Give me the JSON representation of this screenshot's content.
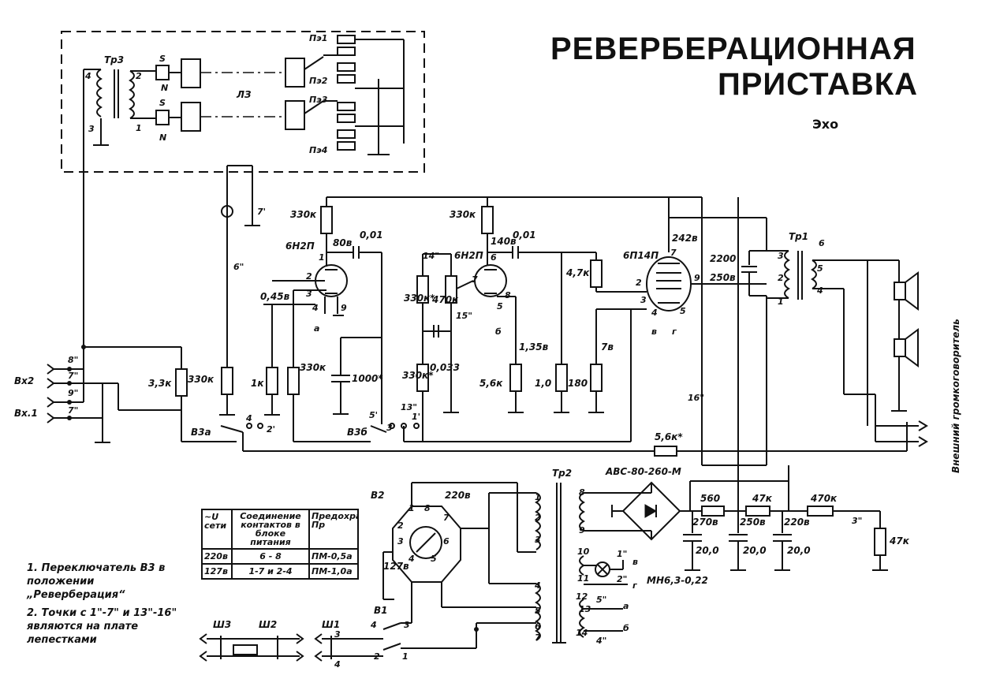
{
  "title": {
    "line1": "РЕВЕРБЕРАЦИОННАЯ",
    "line2": "ПРИСТАВКА",
    "subtitle": "Эхо"
  },
  "delay_unit": {
    "label": "ЛЗ",
    "transformer": "Тр3",
    "pin2": "2",
    "pin1": "1",
    "pin4": "4",
    "pin3": "3",
    "s1": "S",
    "n1": "N",
    "s2": "S",
    "n2": "N",
    "pe1": "Пэ1",
    "pe2": "Пэ2",
    "pe3": "Пэ3",
    "pe4": "Пэ4"
  },
  "tubes": {
    "v1": "6Н2П",
    "v2": "6Н2П",
    "v3": "6П14П"
  },
  "resistors": {
    "r_330k_a": "330к",
    "r_330k_b": "330к",
    "r_330k_c": "330к",
    "r_330k_d": "330к*",
    "r_330k_e": "330к",
    "r_330k_f": "330к*",
    "r_470k": "470к",
    "r_3_3k": "3,3к",
    "r_1k": "1к",
    "r_5_6k": "5,6к",
    "r_1_0": "1,0",
    "r_180": "180",
    "r_4_7k": "4,7к",
    "r_5_6k_star": "5,6к*",
    "r_560": "560",
    "r_47k": "47к",
    "r_470k_b": "470к",
    "r_47k_b": "47к"
  },
  "capacitors": {
    "c_001_a": "0,01",
    "c_001_b": "0,01",
    "c_1000": "1000*",
    "c_0033": "0,033",
    "c_2200": "2200",
    "c_20_a": "20,0",
    "c_20_b": "20,0",
    "c_20_c": "20,0"
  },
  "voltages": {
    "v80": "80в",
    "v045": "0,45в",
    "v140": "140в",
    "v135": "1,35в",
    "v7": "7в",
    "v242": "242в",
    "v250": "250в",
    "v270": "270в",
    "v250b": "250в",
    "v220": "220в",
    "v220m": "220в",
    "v127": "127в"
  },
  "points": {
    "p6": "6\"",
    "p7p": "7'",
    "p8": "8\"",
    "p7": "7\"",
    "p9": "9\"",
    "p7b": "7\"",
    "p14": "14\"",
    "p15": "15\"",
    "p13": "13\"",
    "p5p": "5'",
    "p3p": "3'",
    "p1p": "1'",
    "p2p": "2'",
    "p4": "4",
    "p16": "16\"",
    "p3": "3\"",
    "p1": "1\"",
    "p2": "2\"",
    "p5": "5\"",
    "p4b": "4\""
  },
  "tube_pins": {
    "a": "а",
    "b": "б",
    "v": "в",
    "g": "г"
  },
  "inputs": {
    "in2": "Вх2",
    "in1": "Вх.1"
  },
  "switches": {
    "b3a": "В3а",
    "b3b": "В3б",
    "b2": "В2",
    "b1": "В1"
  },
  "transformers": {
    "tr1": "Тр1",
    "tr2": "Тр2"
  },
  "rectifier": "АВС-80-260-М",
  "lamp": "МН6,3-0,22",
  "speaker_label": "Внешний громкоговоритель",
  "connectors": {
    "sh3": "Ш3",
    "sh2": "Ш2",
    "sh1": "Ш1"
  },
  "table": {
    "headers": [
      "~U сети",
      "Соединение контактов в блоке питания",
      "Предохранитель Пр"
    ],
    "rows": [
      [
        "220в",
        "6 - 8",
        "ПМ-0,5а"
      ],
      [
        "127в",
        "1-7 и 2-4",
        "ПМ-1,0а"
      ]
    ]
  },
  "notes": [
    "1. Переключатель В3 в положении „Реверберация“",
    "2. Точки с 1\"-7\" и 13\"-16\" являются на плате лепестками"
  ]
}
